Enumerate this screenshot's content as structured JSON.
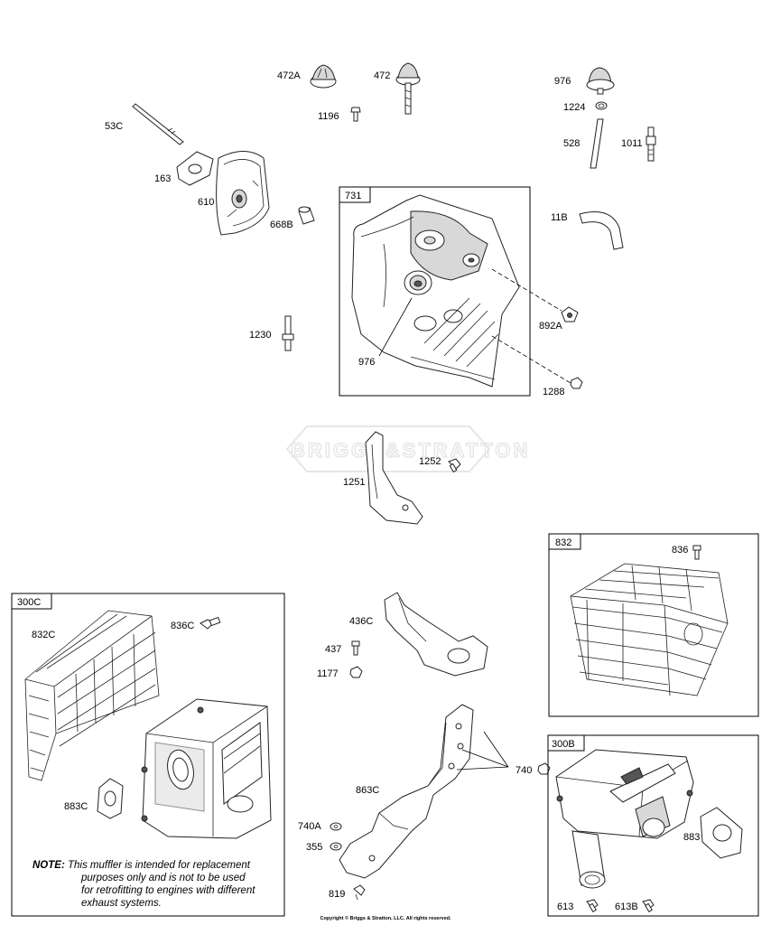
{
  "watermark": "BRIGGS&STRATTON",
  "labels": {
    "l472A": "472A",
    "l472": "472",
    "l976a": "976",
    "l1196": "1196",
    "l1224": "1224",
    "l53C": "53C",
    "l528": "528",
    "l1011": "1011",
    "l163": "163",
    "l610": "610",
    "l668B": "668B",
    "l731": "731",
    "l11B": "11B",
    "l892A": "892A",
    "l1230": "1230",
    "l976b": "976",
    "l1288": "1288",
    "l1252": "1252",
    "l1251": "1251",
    "l832": "832",
    "l836": "836",
    "l300C": "300C",
    "l832C": "832C",
    "l836C": "836C",
    "l436C": "436C",
    "l437": "437",
    "l1177": "1177",
    "l883C": "883C",
    "l300B": "300B",
    "l740": "740",
    "l863C": "863C",
    "l883": "883",
    "l740A": "740A",
    "l355": "355",
    "l819": "819",
    "l613": "613",
    "l613B": "613B"
  },
  "note": {
    "prefix": "NOTE:",
    "line1": "This muffler is intended for replacement",
    "line2": "purposes only and is not to be used",
    "line3": "for retrofitting to engines with different",
    "line4": "exhaust systems."
  },
  "copyright": "Copyright © Briggs & Stratton, LLC. All rights reserved."
}
